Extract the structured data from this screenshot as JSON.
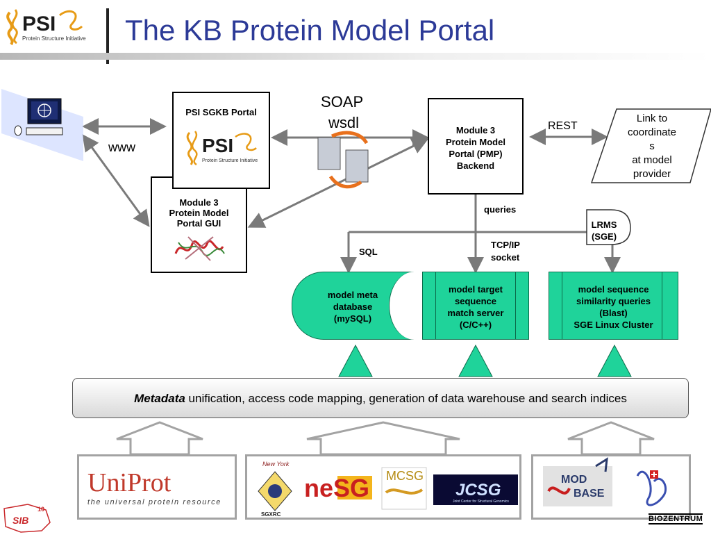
{
  "header": {
    "title": "The KB Protein Model Portal",
    "logo_text": "PSI",
    "logo_subtitle": "Protein Structure Initiative"
  },
  "labels": {
    "www": "www",
    "soap": "SOAP",
    "wsdl": "wsdl",
    "rest": "REST",
    "queries": "queries",
    "sql": "SQL",
    "tcpip_1": "TCP/IP",
    "tcpip_2": "socket"
  },
  "boxes": {
    "sgkb_portal": "PSI SGKB Portal",
    "gui": [
      "Module 3",
      "Protein Model",
      "Portal GUI"
    ],
    "pmp": [
      "Module 3",
      "Protein Model",
      "Portal (PMP)",
      "Backend"
    ],
    "link": [
      "Link to",
      "coordinate",
      "s",
      "at model",
      "provider"
    ],
    "lrms": [
      "LRMS",
      "(SGE)"
    ],
    "db": [
      "model meta",
      "database",
      "(mySQL)"
    ],
    "target": [
      "model target",
      "sequence",
      "match server",
      "(C/C++)"
    ],
    "similarity": [
      "model sequence",
      "similarity queries",
      "(Blast)",
      "SGE Linux Cluster"
    ]
  },
  "metadata": {
    "bold": "Metadata",
    "rest": " unification, access code mapping, generation of data warehouse and search indices"
  },
  "sources": {
    "uniprot_name": "UniProt",
    "uniprot_tag": "the universal protein resource",
    "nysgxrc_top": "New York",
    "nysgxrc_bottom": "SGXRC",
    "nesg": "neSG",
    "mcsg": "MCSG",
    "jcsg": "JCSG",
    "jcsg_sub": "Joint Center for Structural Genomics",
    "modbase_1": "MOD",
    "modbase_2": "BASE"
  },
  "footer": {
    "sib": "SIB",
    "sib_num": "10",
    "biozentrum": "BIOZENTRUM"
  },
  "colors": {
    "title": "#2c3a97",
    "green": "#1fd39a",
    "arrow": "#7a7a7a"
  }
}
